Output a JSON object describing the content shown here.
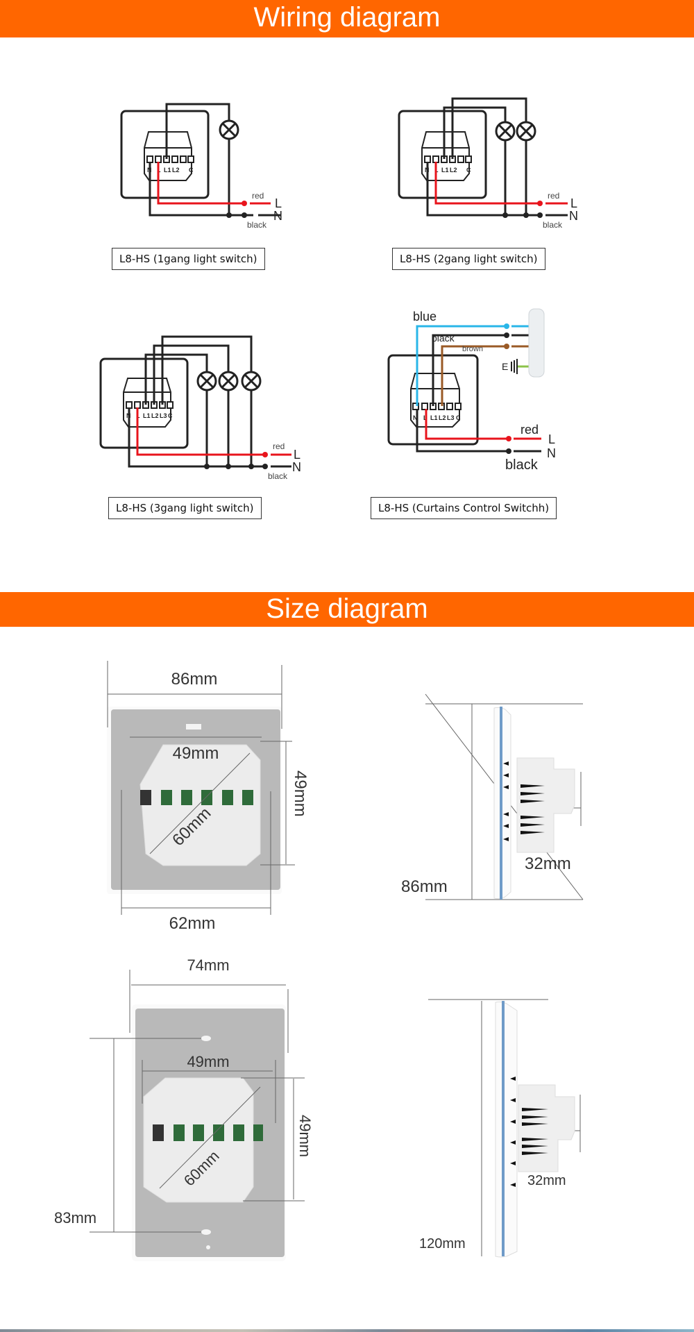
{
  "sections": {
    "wiring": {
      "title": "Wiring diagram"
    },
    "size": {
      "title": "Size diagram"
    }
  },
  "colors": {
    "banner": "#ff6600",
    "wire_live": "#e8141c",
    "wire_neutral": "#222222",
    "wire_blue": "#29b6e8",
    "wire_brown": "#9a5a26",
    "wire_earth": "#8bc34a"
  },
  "wiring_diagrams": [
    {
      "caption": "L8-HS (1gang light switch)",
      "terminals": [
        "N",
        "L",
        "L1",
        "L2",
        "",
        "C"
      ],
      "lamps": 1,
      "live_label": "red",
      "neutral_label": "black",
      "L": "L",
      "N": "N"
    },
    {
      "caption": "L8-HS (2gang light switch)",
      "terminals": [
        "N",
        "L",
        "L1",
        "L2",
        "",
        "C"
      ],
      "lamps": 2,
      "live_label": "red",
      "neutral_label": "black",
      "L": "L",
      "N": "N"
    },
    {
      "caption": "L8-HS (3gang light switch)",
      "terminals": [
        "N",
        "L",
        "L1",
        "L2",
        "L3",
        "C"
      ],
      "lamps": 3,
      "live_label": "red",
      "neutral_label": "black",
      "L": "L",
      "N": "N"
    },
    {
      "caption": "L8-HS (Curtains Control Switchh)",
      "terminals": [
        "N",
        "L",
        "L1",
        "L2",
        "L3",
        "C"
      ],
      "live_label": "red",
      "neutral_label": "black",
      "L": "L",
      "N": "N",
      "motor_wires": {
        "blue": "blue",
        "black": "black",
        "brown": "brown",
        "earth": "E"
      }
    }
  ],
  "size_diagrams": {
    "eu_front": {
      "width": "86mm",
      "box_width": "49mm",
      "box_height": "49mm",
      "diagonal": "60mm",
      "hole_spacing": "62mm"
    },
    "eu_side": {
      "height": "86mm",
      "depth": "32mm"
    },
    "us_front": {
      "width": "74mm",
      "box_width": "49mm",
      "box_height": "49mm",
      "diagonal": "60mm",
      "hole_spacing": "83mm"
    },
    "us_side": {
      "height": "120mm",
      "depth": "32mm"
    }
  }
}
